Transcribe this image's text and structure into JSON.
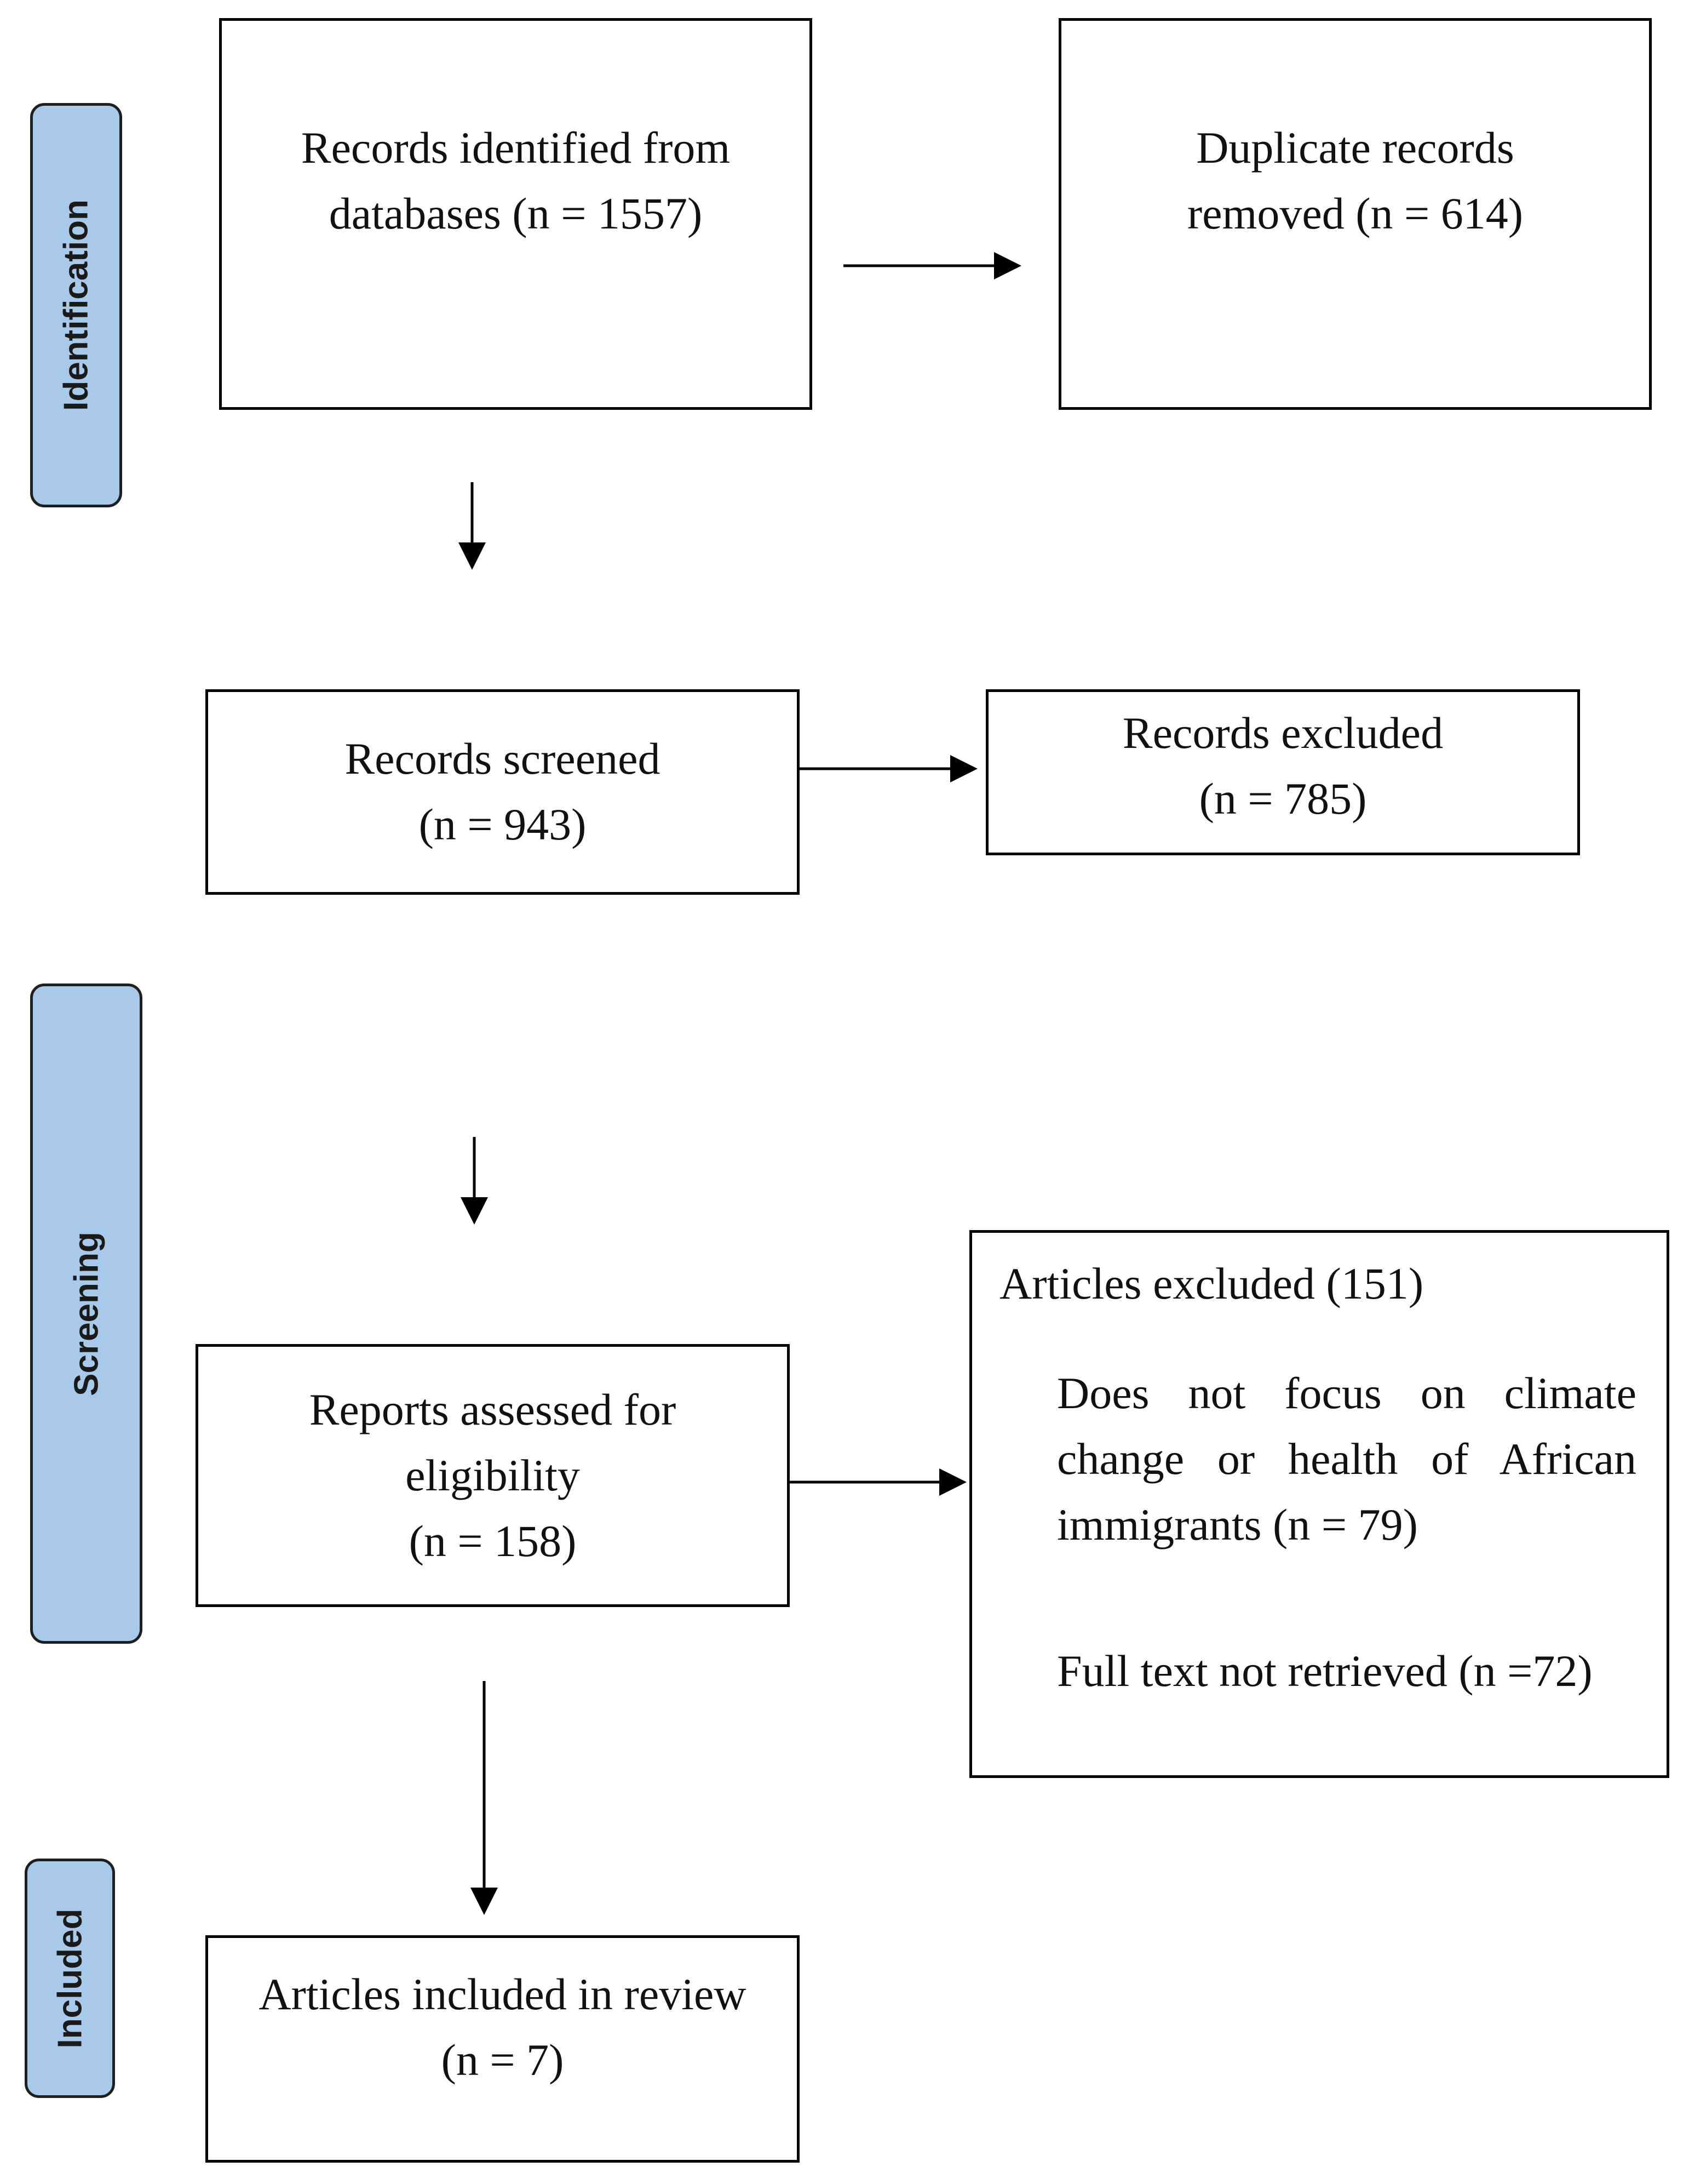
{
  "stages": {
    "identification": "Identification",
    "screening": "Screening",
    "included": "Included"
  },
  "boxes": {
    "identified": {
      "line1": "Records identified from",
      "line2": "databases (n = 1557)"
    },
    "duplicates": {
      "line1": "Duplicate records",
      "line2": "removed (n = 614)"
    },
    "screened": {
      "line1": "Records screened",
      "line2": "(n = 943)"
    },
    "excluded": {
      "line1": "Records excluded",
      "line2": "(n = 785)"
    },
    "assessed": {
      "line1": "Reports assessed for",
      "line2": "eligibility",
      "line3": "(n = 158)"
    },
    "articles_excluded": {
      "heading": "Articles excluded (151)",
      "reason1_line1": "Does not focus on climate",
      "reason1_line2": "change or health of African",
      "reason1_line3": "immigrants (n = 79)",
      "reason2": "Full text not retrieved (n =72)"
    },
    "included": {
      "line1": "Articles included in review",
      "line2": "(n = 7)"
    }
  },
  "colors": {
    "stage_fill": "#a9c9ea",
    "line": "#000000"
  }
}
